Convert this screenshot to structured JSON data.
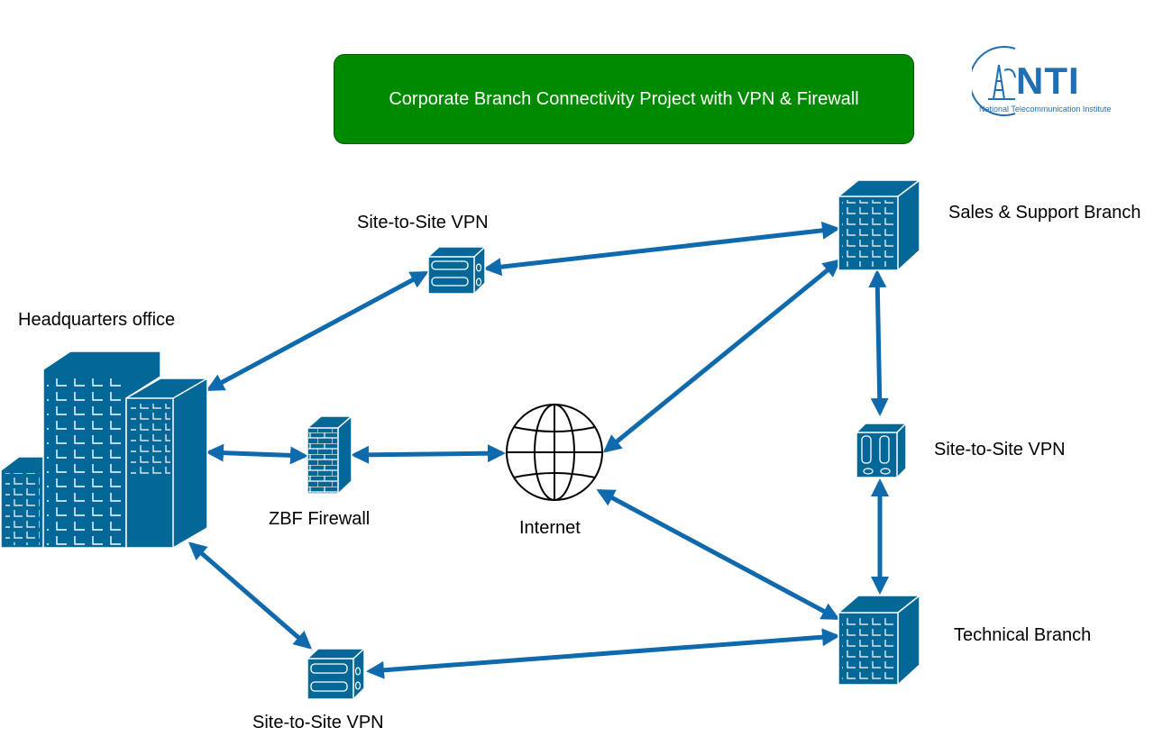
{
  "title": "Corporate Branch Connectivity Project with VPN & Firewall",
  "logo": {
    "text": "NTI",
    "subtitle": "National Telecommunication Institute"
  },
  "nodes": {
    "hq": "Headquarters office",
    "firewall": "ZBF Firewall",
    "internet": "Internet",
    "vpn_top": "Site-to-Site VPN",
    "vpn_right": "Site-to-Site VPN",
    "vpn_bottom": "Site-to-Site VPN",
    "sales": "Sales & Support Branch",
    "technical": "Technical Branch"
  },
  "colors": {
    "accent": "#0e6aad",
    "title_bg": "#008a00",
    "device": "#036897"
  }
}
